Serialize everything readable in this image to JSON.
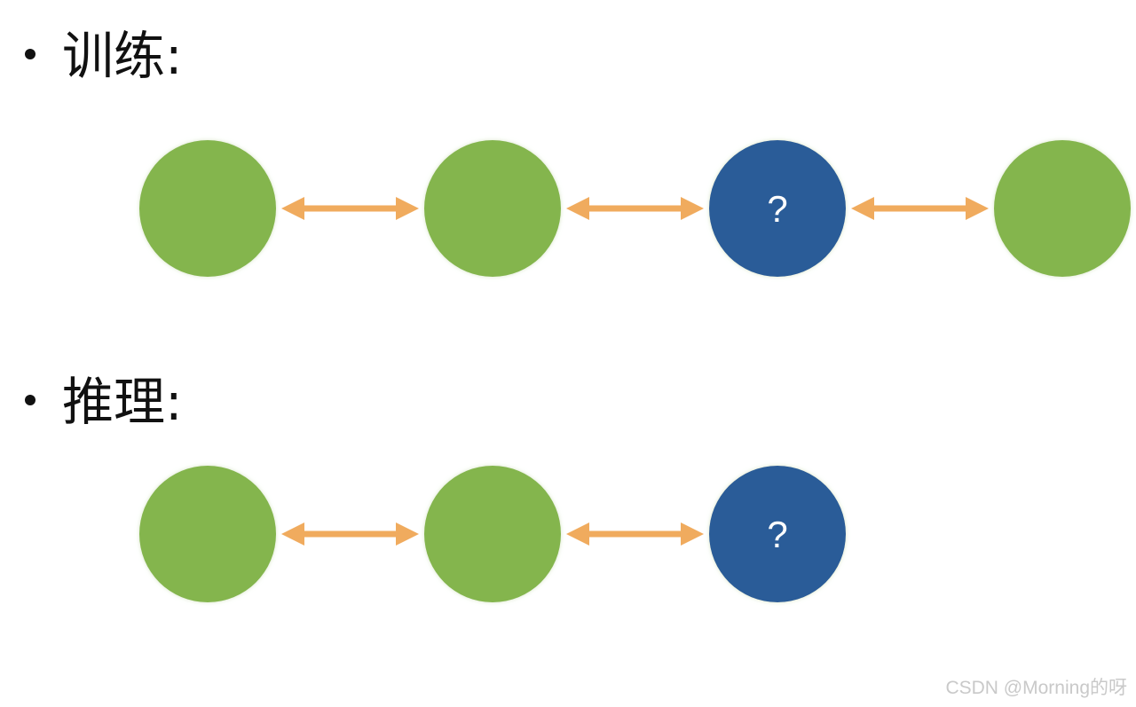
{
  "colors": {
    "known_node": "#84b54e",
    "unknown_node": "#2a5b98",
    "arrow": "#f0ab5e",
    "text": "#111111"
  },
  "sections": [
    {
      "label": "训练:",
      "nodes": [
        {
          "kind": "known",
          "text": ""
        },
        {
          "kind": "known",
          "text": ""
        },
        {
          "kind": "unknown",
          "text": "?"
        },
        {
          "kind": "known",
          "text": ""
        }
      ]
    },
    {
      "label": "推理:",
      "nodes": [
        {
          "kind": "known",
          "text": ""
        },
        {
          "kind": "known",
          "text": ""
        },
        {
          "kind": "unknown",
          "text": "?"
        }
      ]
    }
  ],
  "watermark": "CSDN @Morning的呀"
}
